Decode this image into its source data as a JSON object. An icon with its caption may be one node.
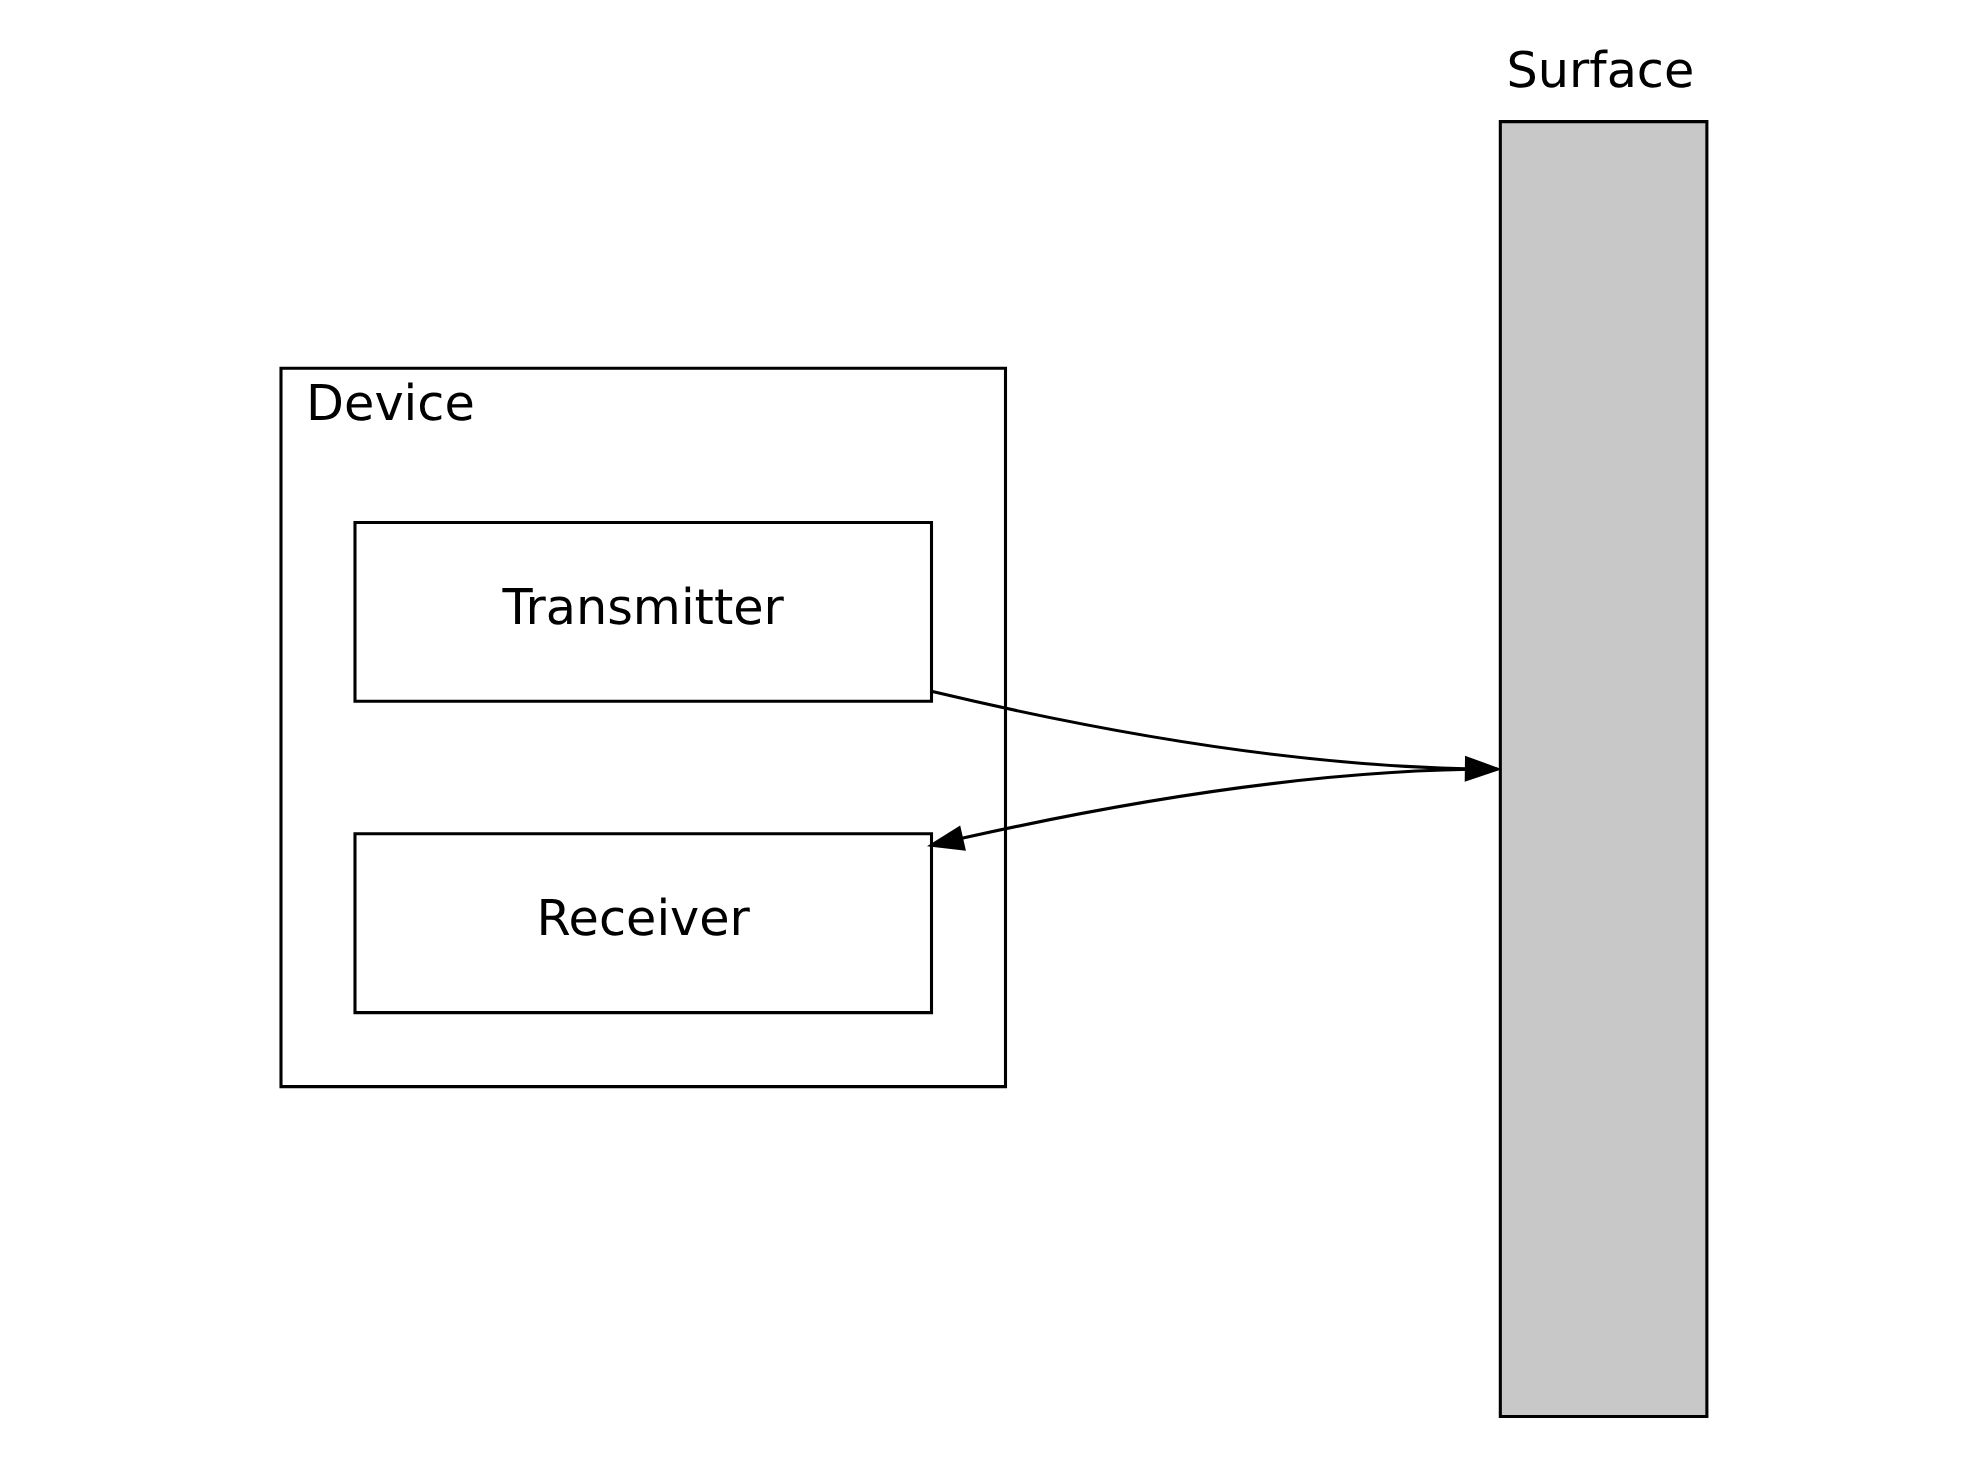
{
  "diagram": {
    "nodes": [
      {
        "text": [
          "Device"
        ]
      },
      {
        "text": [
          "Transmitter"
        ],
        "in": 0
      },
      {
        "text": [
          "Receiver"
        ],
        "in": 0
      },
      {
        "text": [
          "Surface"
        ]
      }
    ],
    "edges": [
      {
        "from": 1,
        "to": 3,
        "arrow": "to"
      },
      {
        "from": 3,
        "to": 2,
        "arrow": "to"
      }
    ]
  }
}
